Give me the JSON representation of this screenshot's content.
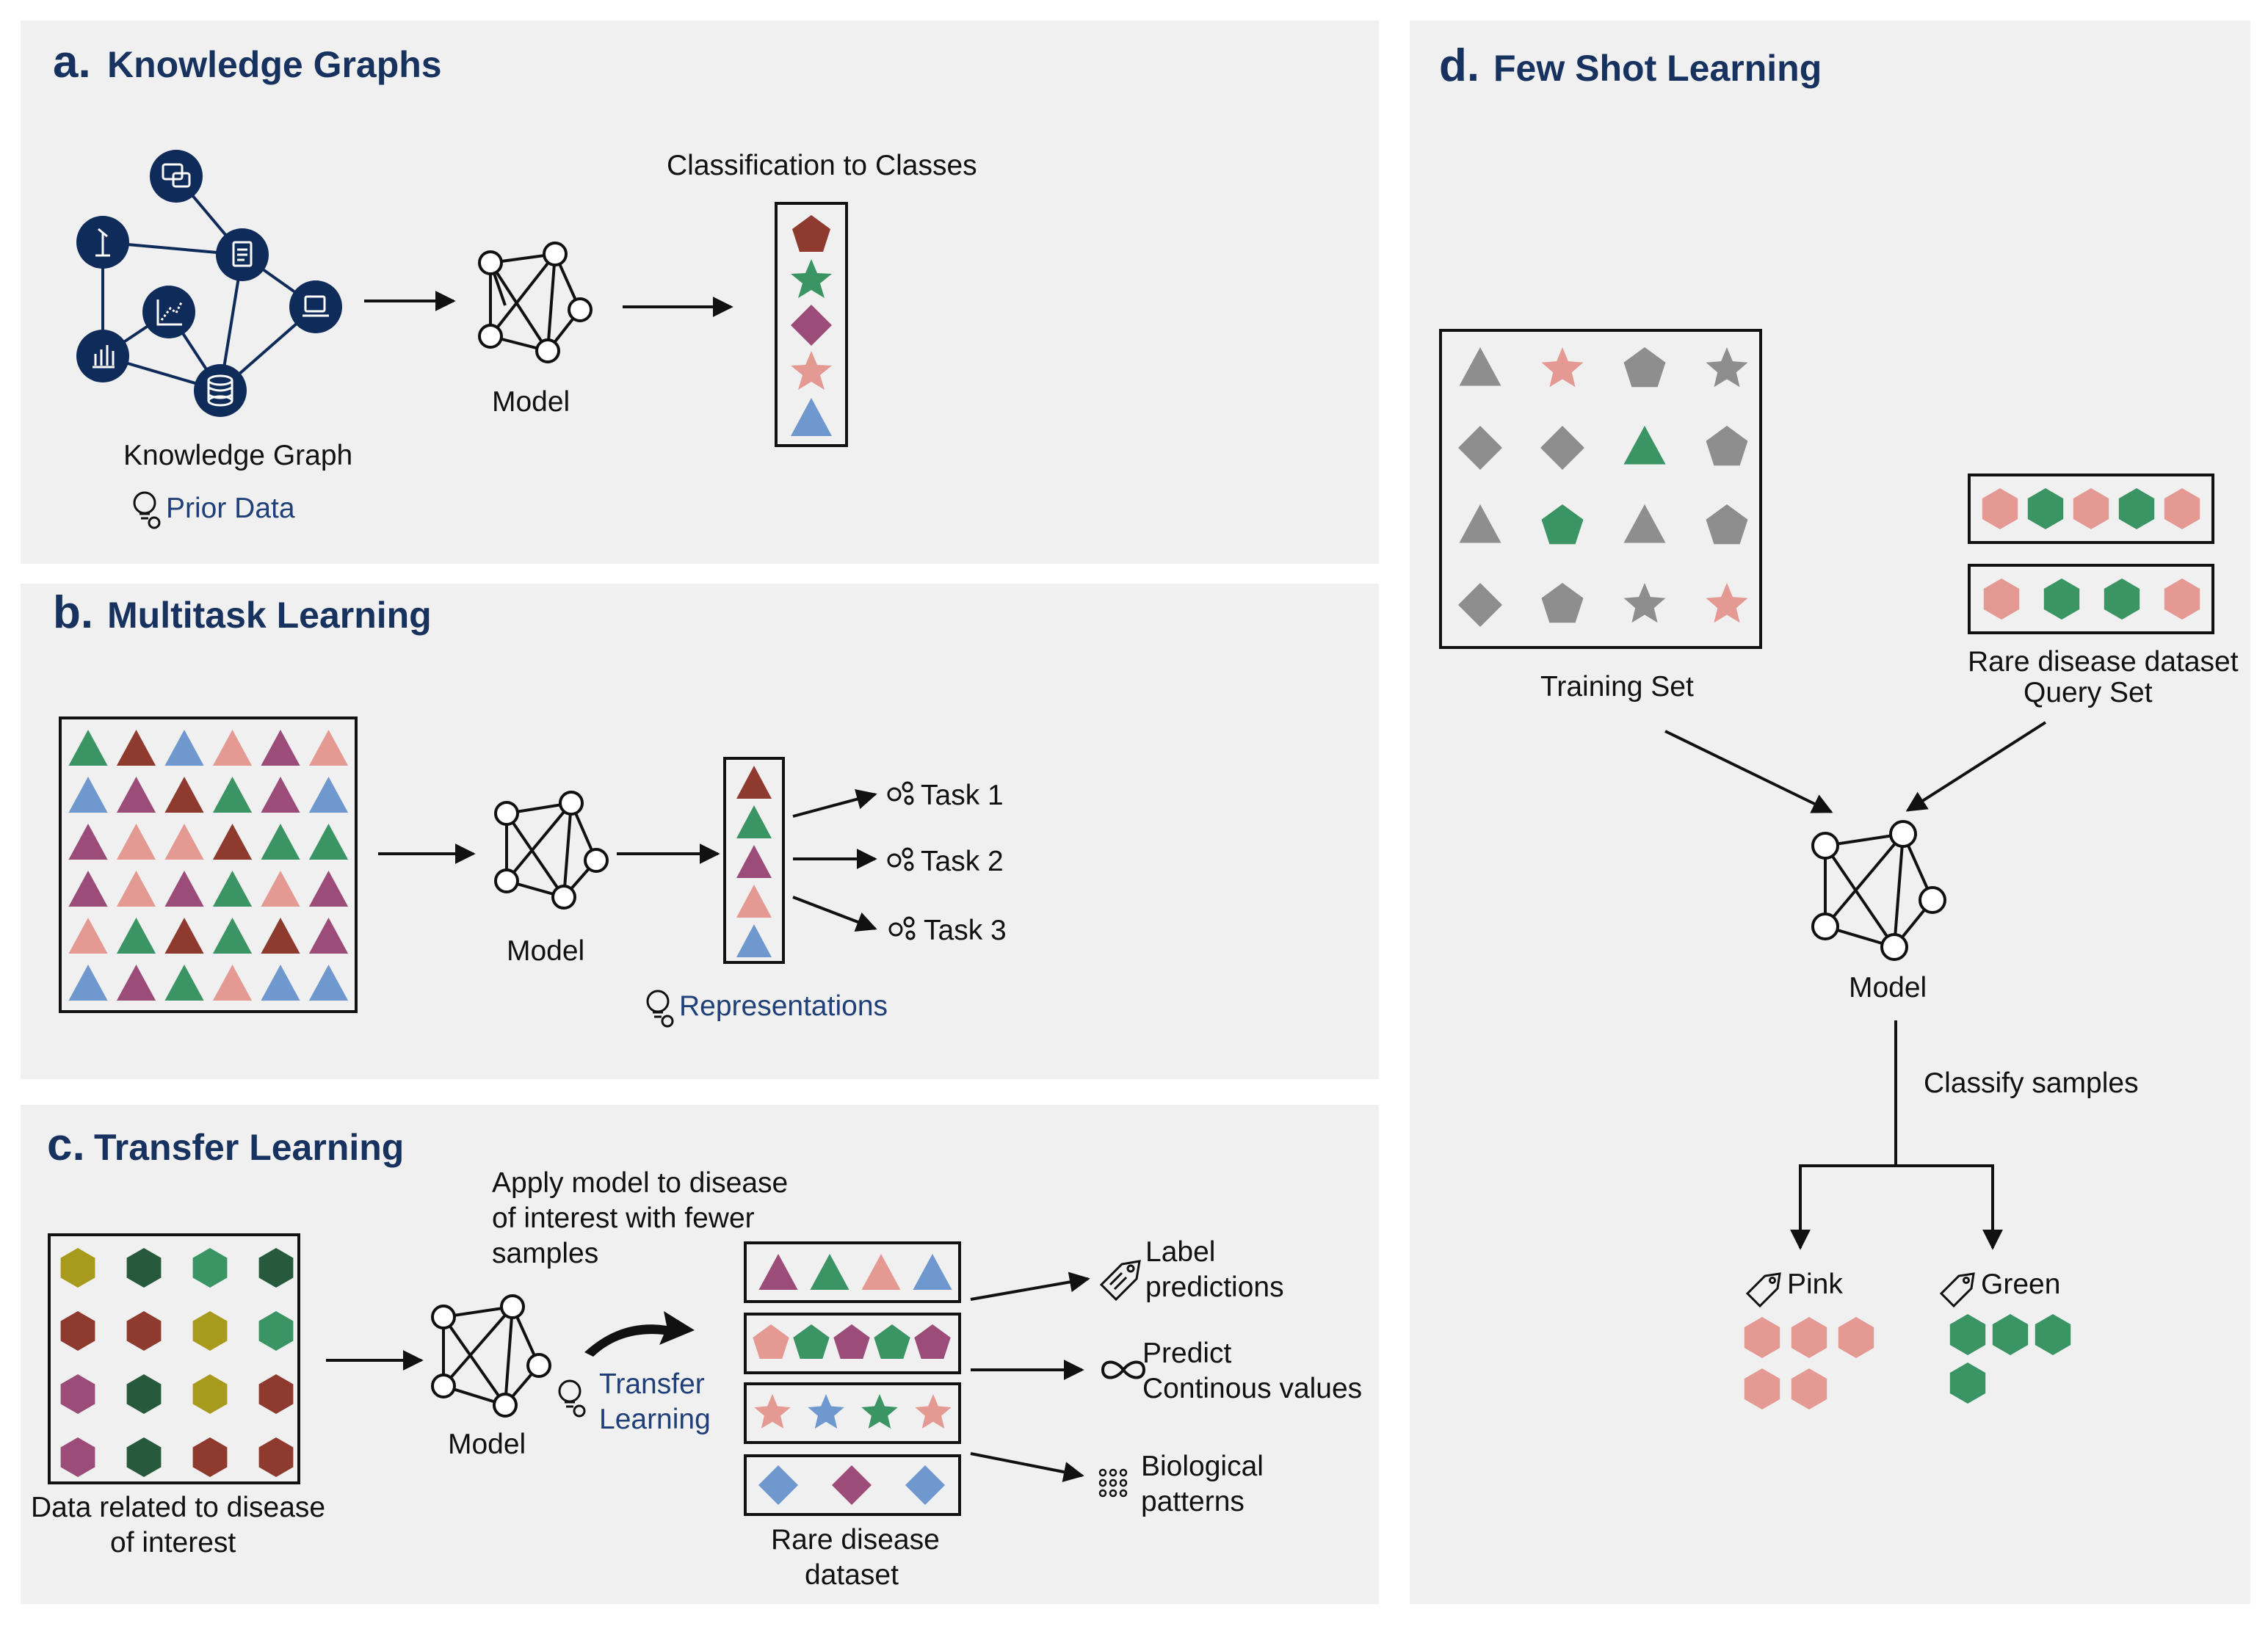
{
  "colors": {
    "panel_bg": "#f0f0f0",
    "heading": "#17325e",
    "node": "#0f2b5a",
    "brown": "#8f3a2e",
    "green": "#3b9463",
    "dark_green": "#275a3c",
    "purple": "#9b4c78",
    "pink": "#e49a93",
    "blue": "#6f98cf",
    "olive": "#a89a1d",
    "gray": "#8e8e8e"
  },
  "panel_a": {
    "letter": "a.",
    "title": "Knowledge Graphs",
    "graph_label": "Knowledge Graph",
    "prior_data": "Prior Data",
    "model_label": "Model",
    "classes_label": "Classification to Classes"
  },
  "panel_b": {
    "letter": "b.",
    "title": "Multitask Learning",
    "model_label": "Model",
    "representations": "Representations",
    "tasks": [
      "Task 1",
      "Task 2",
      "Task 3"
    ]
  },
  "panel_c": {
    "letter": "c.",
    "title": "Transfer Learning",
    "apply_text": [
      "Apply model to disease",
      "of interest with fewer",
      "samples"
    ],
    "data_label": [
      "Data related to disease",
      "of interest"
    ],
    "model_label": "Model",
    "transfer_label": [
      "Transfer",
      "Learning"
    ],
    "dataset_label": [
      "Rare disease",
      "dataset"
    ],
    "outputs": [
      {
        "icon": "tag-icon",
        "lines": [
          "Label",
          "predictions"
        ]
      },
      {
        "icon": "infinity-icon",
        "lines": [
          "Predict",
          "Continous values"
        ]
      },
      {
        "icon": "dots-pattern-icon",
        "lines": [
          "Biological",
          "patterns"
        ]
      }
    ]
  },
  "panel_d": {
    "letter": "d.",
    "title": "Few Shot Learning",
    "training_label": "Training Set",
    "query_label": [
      "Rare disease dataset",
      "Query Set"
    ],
    "model_label": "Model",
    "classify_label": "Classify samples",
    "class_pink": "Pink",
    "class_green": "Green"
  }
}
